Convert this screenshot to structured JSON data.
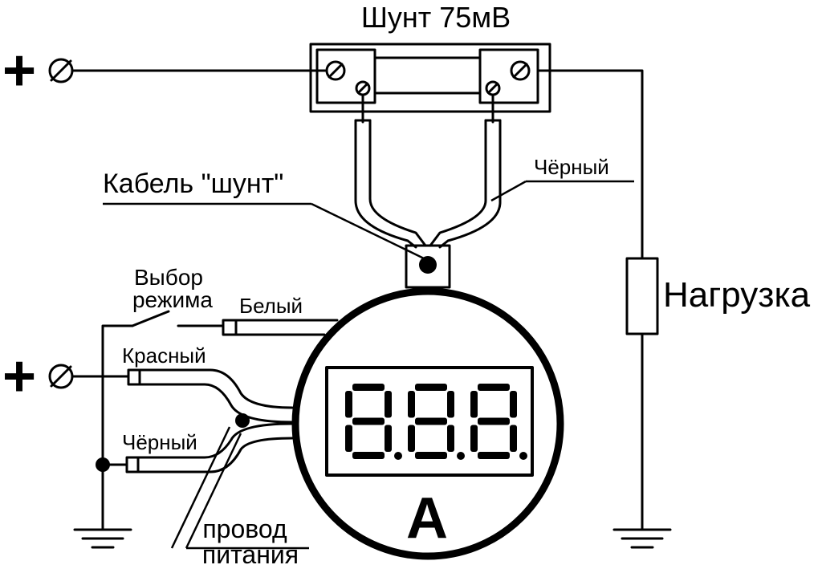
{
  "title": "Шунт 75мВ",
  "labels": {
    "shunt_cable": "Кабель \"шунт\"",
    "black_top": "Чёрный",
    "load": "Нагрузка",
    "mode_select_line1": "Выбор",
    "mode_select_line2": "режима",
    "white": "Белый",
    "red": "Красный",
    "black_bottom": "Чёрный",
    "power_line1": "провод",
    "power_line2": "питания",
    "plus_top": "+",
    "plus_bottom": "+",
    "meter_unit": "A"
  },
  "display": {
    "digits": [
      "8",
      "8",
      "8"
    ],
    "decimal_points": 3
  }
}
